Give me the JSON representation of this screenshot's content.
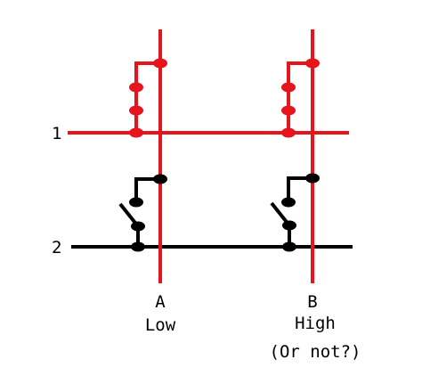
{
  "rows": {
    "row1_label": "1",
    "row2_label": "2"
  },
  "columns": {
    "a": {
      "letter": "A",
      "state": "Low"
    },
    "b": {
      "letter": "B",
      "state": "High",
      "note": "(Or not?)"
    }
  },
  "colors": {
    "active": "#e8141c",
    "inactive": "#000000",
    "background": "#ffffff"
  }
}
